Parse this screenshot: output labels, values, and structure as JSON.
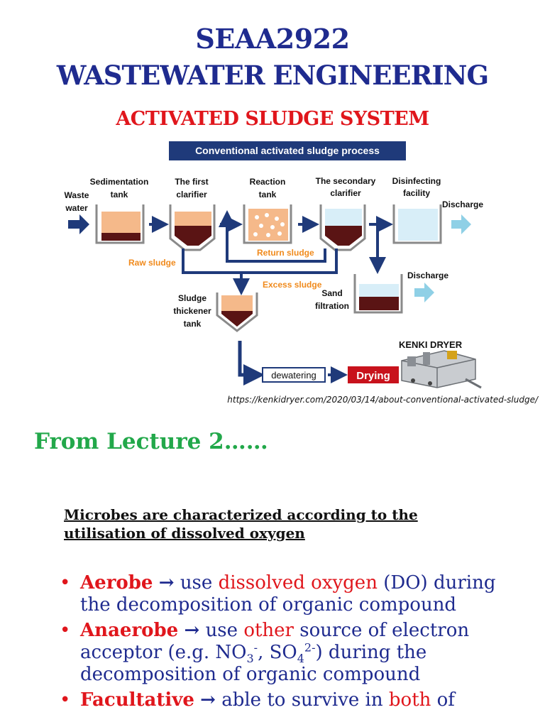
{
  "header": {
    "course_code": "SEAA2922",
    "course_name": "WASTEWATER ENGINEERING",
    "section_title": "ACTIVATED SLUDGE SYSTEM"
  },
  "diagram": {
    "banner": "Conventional activated sludge process",
    "labels": {
      "waste_water_1": "Waste",
      "waste_water_2": "water",
      "sedimentation_1": "Sedimentation",
      "sedimentation_2": "tank",
      "first_clarifier_1": "The first",
      "first_clarifier_2": "clarifier",
      "reaction_1": "Reaction",
      "reaction_2": "tank",
      "secondary_1": "The secondary",
      "secondary_2": "clarifier",
      "disinfecting_1": "Disinfecting",
      "disinfecting_2": "facility",
      "discharge_top": "Discharge",
      "discharge_mid": "Discharge",
      "raw_sludge": "Raw sludge",
      "return_sludge": "Return sludge",
      "excess_sludge": "Excess sludge",
      "sand_1": "Sand",
      "sand_2": "filtration",
      "thickener_1": "Sludge",
      "thickener_2": "thickener",
      "thickener_3": "tank",
      "dewatering": "dewatering",
      "drying": "Drying",
      "kenki_dryer": "KENKI DRYER"
    },
    "colors": {
      "navy": "#1f3a7a",
      "orange_label": "#f08a1c",
      "water_blue": "#d8eef8",
      "sludge_orange": "#f5b98a",
      "sludge_dark": "#5a1414",
      "discharge_arrow": "#8fd0e6",
      "drying_red": "#c8121c"
    }
  },
  "source_url": "https://kenkidryer.com/2020/03/14/about-conventional-activated-sludge/",
  "lecture_ref": "From Lecture 2……",
  "microbes_heading": "Microbes are characterized according to the utilisation of dissolved oxygen",
  "bullets": {
    "bullet_char": "•",
    "arrow": "→",
    "aerobe": {
      "term": "Aerobe",
      "use": "use",
      "highlight": "dissolved oxygen",
      "after_highlight": "(DO)",
      "rest": "during the decomposition of organic compound"
    },
    "anaerobe": {
      "term": "Anaerobe",
      "use": "use",
      "highlight": "other",
      "text1": "source of electron acceptor (e.g. NO",
      "no3_sub": "3",
      "no3_sup": "-",
      "text2": ", SO",
      "so4_sub": "4",
      "so4_sup": "2-",
      "text3": ") during the decomposition of organic compound"
    },
    "facultative": {
      "term": "Facultative",
      "text1": "able to survive in",
      "highlight": "both",
      "text2": "of"
    }
  }
}
